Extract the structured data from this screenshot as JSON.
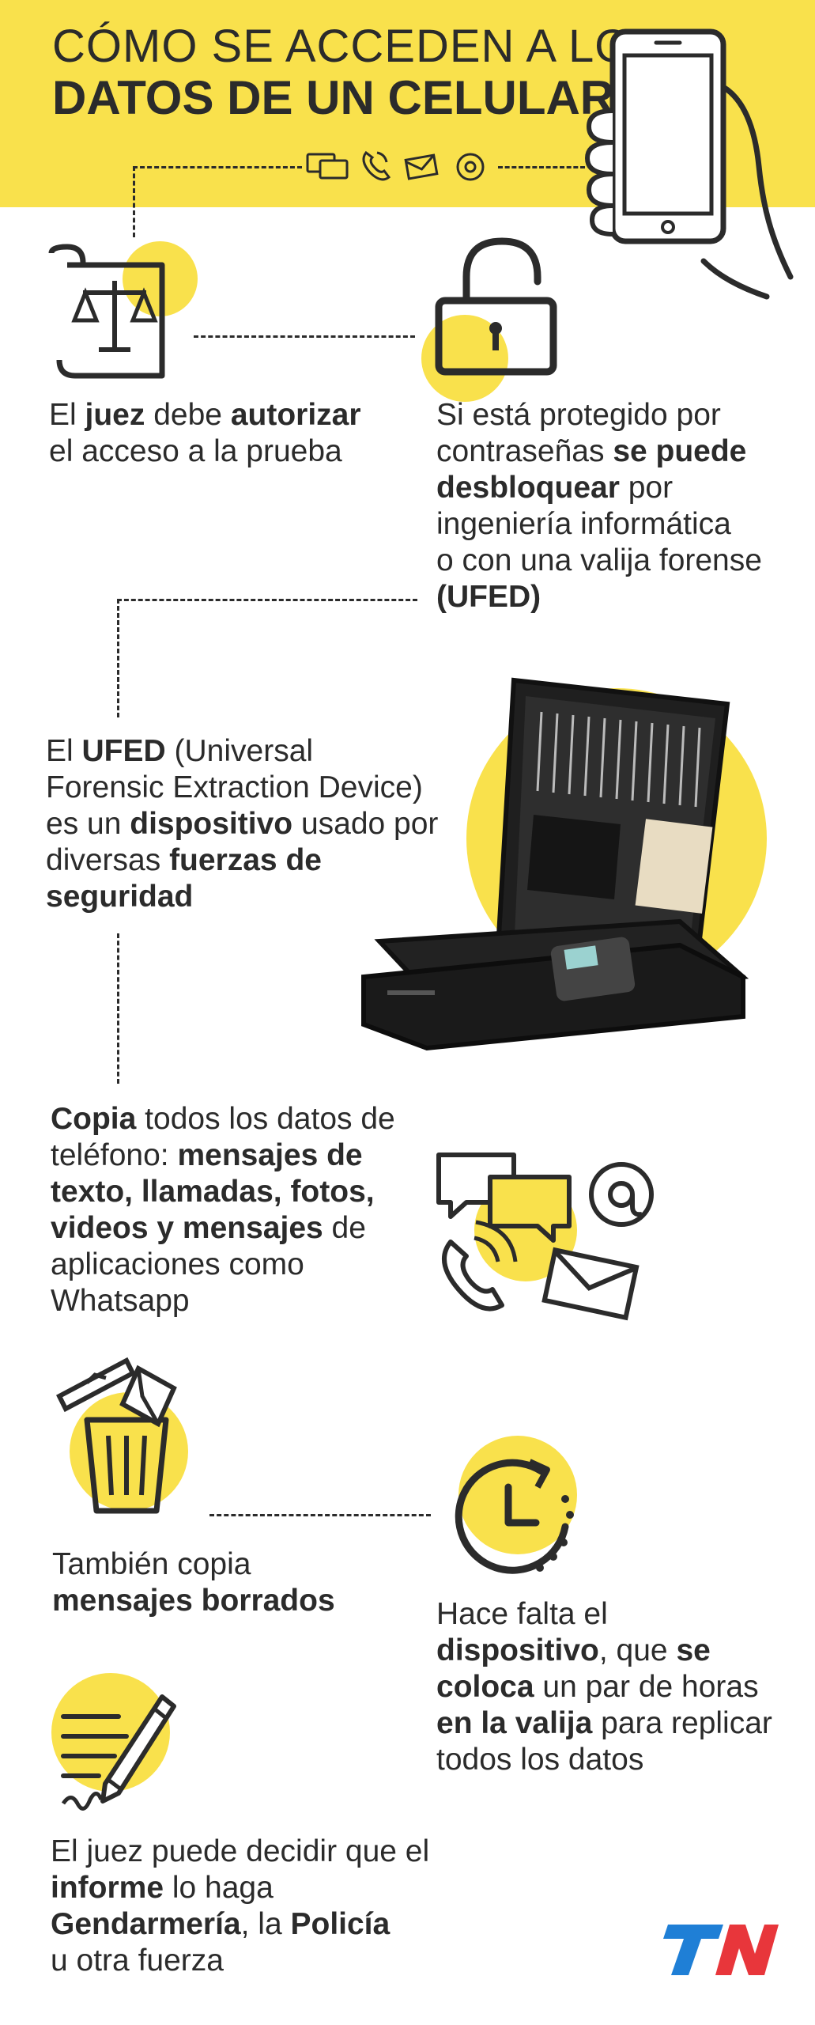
{
  "header": {
    "title_line1": "CÓMO SE ACCEDEN A LOS",
    "title_line2": "DATOS DE UN CELULAR"
  },
  "steps": {
    "judge": {
      "p1": "El ",
      "b1": "juez",
      "p2": " debe ",
      "b2": "autorizar",
      "p3": "el acceso a la prueba"
    },
    "unlock": {
      "p1": "Si está protegido por",
      "p2": "contraseñas ",
      "b1": "se puede",
      "b2": "desbloquear",
      "p3": " por",
      "p4": "ingeniería informática",
      "p5": "o con una valija forense",
      "b3": "(UFED)"
    },
    "ufed": {
      "p1": "El ",
      "b1": "UFED",
      "p2": " (Universal",
      "p3": "Forensic Extraction Device)",
      "p4": " es un ",
      "b2": "dispositivo",
      "p5": " usado por",
      "p6": "diversas ",
      "b3": "fuerzas de",
      "b4": "seguridad"
    },
    "copy": {
      "b1": "Copia",
      "p1": " todos los datos de",
      "p2": "teléfono: ",
      "b2": "mensajes de",
      "b3": "texto, llamadas, fotos,",
      "b4": "videos y mensajes",
      "p3": " de",
      "p4": "aplicaciones como",
      "p5": "Whatsapp"
    },
    "deleted": {
      "p1": "También copia",
      "b1": "mensajes borrados"
    },
    "time": {
      "p1": "Hace falta el",
      "b1": "dispositivo",
      "p2": ", que ",
      "b2": "se",
      "b3": "coloca",
      "p3": " un par de horas",
      "b4": "en la valija",
      "p4": " para replicar",
      "p5": "todos los datos"
    },
    "report": {
      "p1": "El juez puede decidir que el",
      "b1": "informe",
      "p2": " lo haga",
      "b3": "Gendarmería",
      "p3": ", la ",
      "b4": "Policía",
      "p4": "u otra fuerza"
    }
  },
  "logo": {
    "text": "TN"
  },
  "icons": {
    "phone_hand": "phone-hand-icon",
    "judge": "scales-icon",
    "unlock": "padlock-open-icon",
    "ufed_case": "forensic-case-icon",
    "comms": "chat-phone-mail-at-icon",
    "trash": "trash-icon",
    "clock": "clock-icon",
    "report": "document-pen-icon"
  },
  "colors": {
    "yellow": "#f9e14c",
    "ink": "#2b2b2b",
    "logo_blue": "#1f7fd6",
    "logo_red": "#e8363b"
  }
}
